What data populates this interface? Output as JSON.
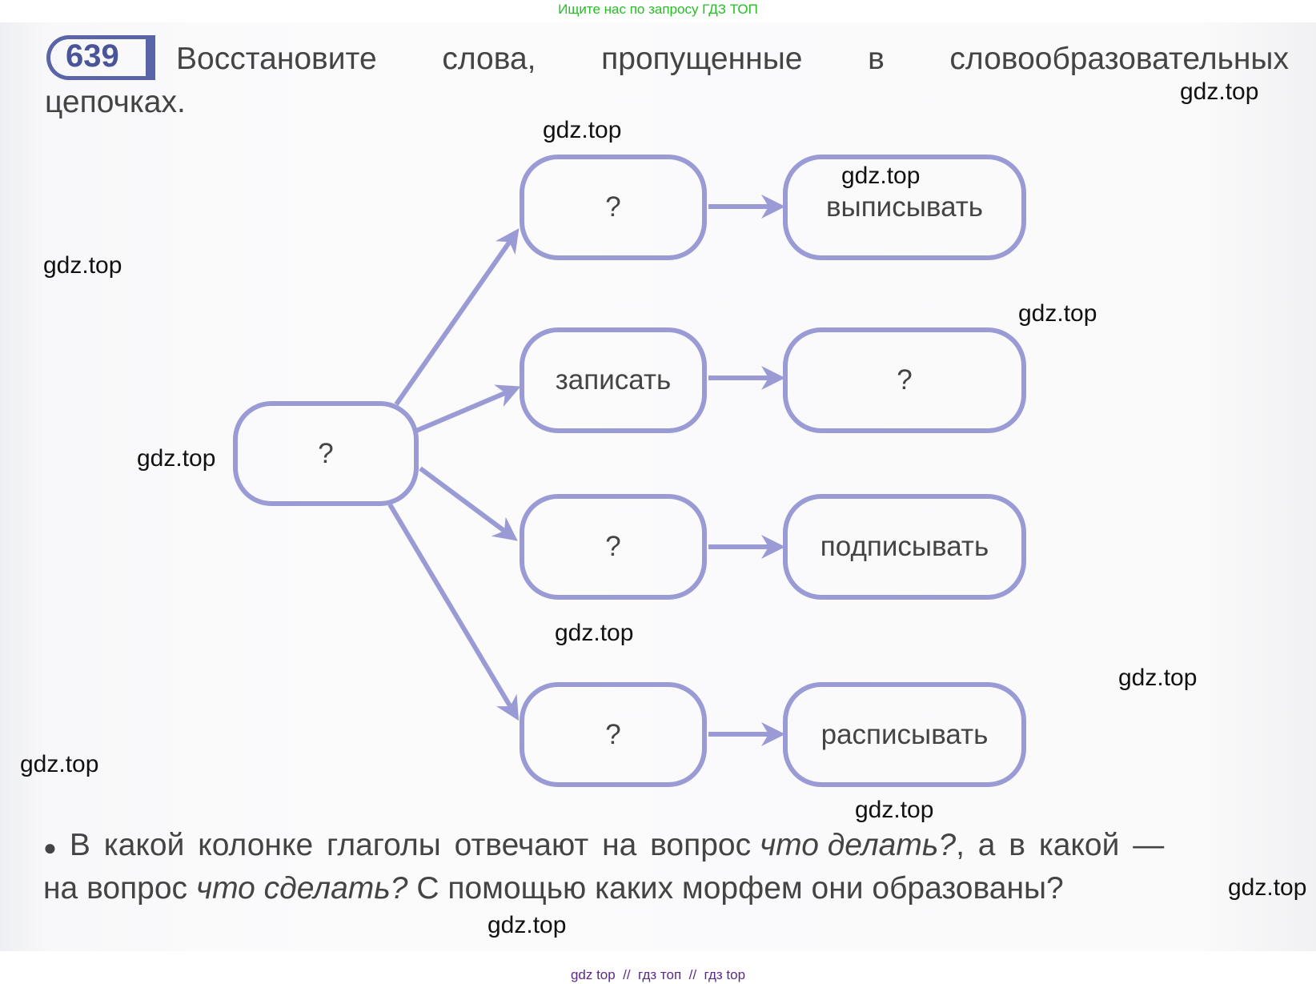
{
  "top_note": "Ищите нас по запросу ГДЗ ТОП",
  "exercise": {
    "number": "639",
    "task_line1": [
      "Восстановите",
      "слова,",
      "пропущенные",
      "в",
      "словообразовательных"
    ],
    "task_line2": "цепочках."
  },
  "diagram": {
    "root": "?",
    "middle": [
      "?",
      "записать",
      "?",
      "?"
    ],
    "right": [
      "выписывать",
      "?",
      "подписывать",
      "расписывать"
    ]
  },
  "question": {
    "bullet": "●",
    "line1_a": "В какой колонке глаголы отвечают на вопрос",
    "line1_italic": "что делать?",
    "line1_b": ", а в какой —",
    "line2_a": "на вопрос",
    "line2_italic": "что сделать?",
    "line2_b": "С помощью каких морфем они образованы?"
  },
  "watermarks": [
    "gdz.top",
    "gdz.top",
    "gdz.top",
    "gdz.top",
    "gdz.top",
    "gdz.top",
    "gdz.top",
    "gdz.top",
    "gdz.top",
    "gdz.top",
    "gdz.top",
    "gdz.top"
  ],
  "footer": "gdz top  //  гдз топ  //  гдз top",
  "colors": {
    "box_border": "#9a9bd4",
    "badge": "#5a64a8",
    "top_note": "#22c022",
    "footer": "#5b2a8a"
  }
}
